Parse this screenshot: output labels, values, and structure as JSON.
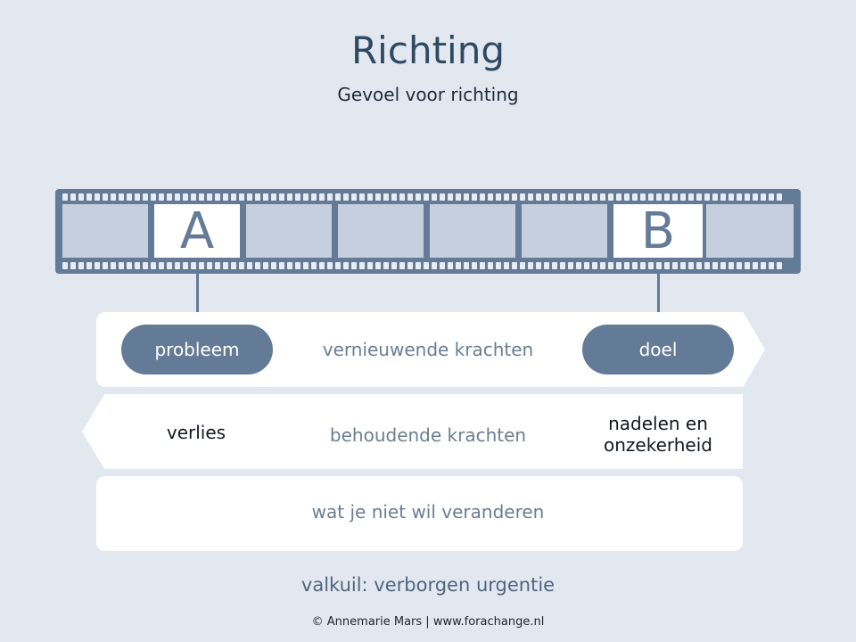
{
  "header": {
    "title": "Richting",
    "subtitle": "Gevoel voor richting"
  },
  "filmstrip": {
    "frame_a_label": "A",
    "frame_b_label": "B"
  },
  "band_forward": {
    "left_pill": "probleem",
    "center": "vernieuwende krachten",
    "right_pill": "doel"
  },
  "band_backward": {
    "left": "verlies",
    "center": "behoudende krachten",
    "right_line1": "nadelen en",
    "right_line2": "onzekerheid"
  },
  "band_bottom": {
    "center": "wat je niet wil veranderen"
  },
  "pitfall": "valkuil: verborgen urgentie",
  "footer": "© Annemarie Mars | www.forachange.nl",
  "colors": {
    "background": "#e3e7f0",
    "accent": "#647b98",
    "frame_fill": "#c6cfdd",
    "title": "#2e4a63"
  }
}
